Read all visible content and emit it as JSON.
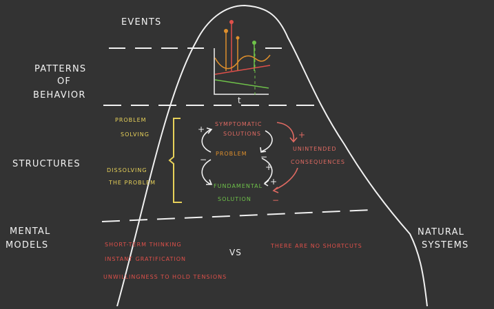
{
  "levels": {
    "events": "EVENTS",
    "patterns": [
      "PATTERNS",
      "OF",
      "BEHAVIOR"
    ],
    "structures": "STRUCTURES",
    "mental_models": [
      "MENTAL",
      "MODELS"
    ],
    "natural_systems": [
      "NATURAL",
      "SYSTEMS"
    ]
  },
  "chart": {
    "xlabel": "t",
    "colors": {
      "orange": "#e0902c",
      "red": "#e0504a",
      "green": "#6fc24a",
      "yellow": "#e8d25a"
    }
  },
  "structures": {
    "problem_solving": [
      "PROBLEM",
      "SOLVING"
    ],
    "dissolving": [
      "DISSOLVING",
      "THE PROBLEM"
    ],
    "symptomatic": [
      "SYMPTOMATIC",
      "SOLUTIONS"
    ],
    "problem": "PROBLEM",
    "fundamental": [
      "FUNDAMENTAL",
      "SOLUTION"
    ],
    "unintended": [
      "UNINTENDED",
      "CONSEQUENCES"
    ],
    "signs": {
      "plus_left": "+",
      "minus_left": "−",
      "minus_mid1": "−",
      "plus_mid": "+",
      "plus_right": "+",
      "minus_bottom": "−",
      "plus_arrow": "+"
    }
  },
  "mental": {
    "left": [
      "SHORT-TERM THINKING",
      "INSTANT GRATIFICATION",
      "UNWILLINGNESS TO HOLD TENSIONS"
    ],
    "vs": "VS",
    "right": "THERE ARE NO SHORTCUTS"
  },
  "colors": {
    "white": "#f2f2f2",
    "yellow": "#e8d25a",
    "orange": "#e0902c",
    "salmon": "#e06a62",
    "green": "#6fc24a",
    "red": "#e0504a"
  }
}
